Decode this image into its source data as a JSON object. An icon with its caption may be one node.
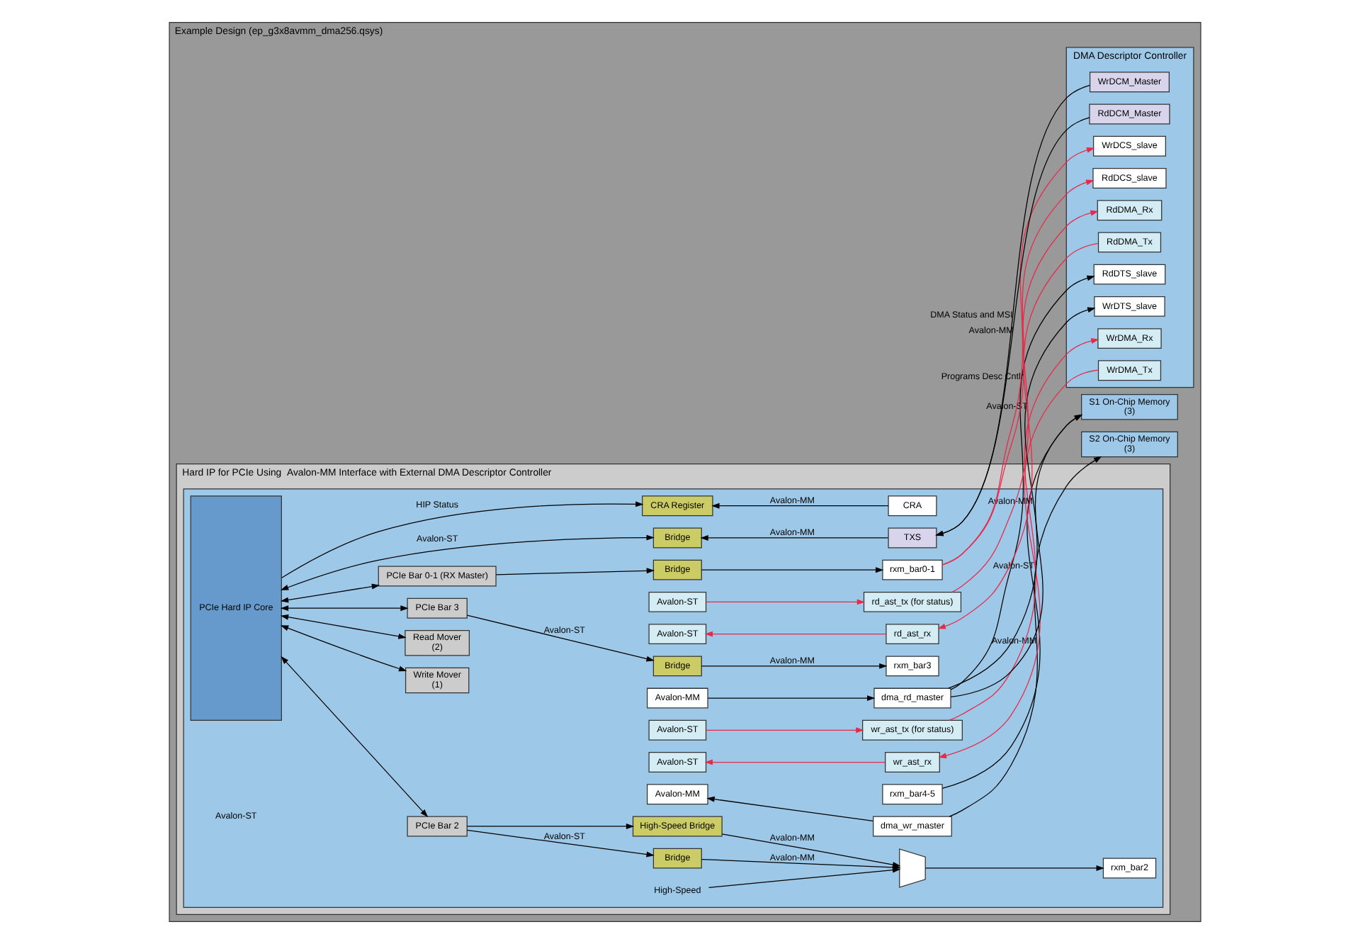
{
  "diagram": {
    "nodes": [
      {
        "text": [
          "Example Design (ep_g3x8avmm_dma256.qsys)"
        ]
      },
      {
        "text": [
          "Hard IP for PCIe Using  Avalon-MM Interface with External DMA Descriptor Controller"
        ],
        "in": 0
      },
      {
        "text": [],
        "shape": "box",
        "in": 1
      },
      {
        "text": [
          "PCIe Hard IP Core"
        ],
        "in": 2
      },
      {
        "text": [
          "PCIe Bar 3"
        ],
        "in": 2
      },
      {
        "text": [
          "Bridge"
        ],
        "in": 2
      },
      {
        "text": [
          "rxm_bar4-5"
        ],
        "in": 2
      },
      {
        "text": [
          "rxm_bar3"
        ],
        "in": 2
      },
      {
        "text": [
          "Write Mover",
          "(1)"
        ],
        "in": 2
      },
      {
        "text": [
          "Avalon-MM"
        ],
        "in": 2
      },
      {
        "text": [
          "Avalon-ST"
        ],
        "in": 2
      },
      {
        "text": [
          "Avalon-ST"
        ],
        "in": 2
      },
      {
        "text": [
          "dma_wr_master"
        ],
        "in": 2
      },
      {
        "text": [
          "wr_ast_rx"
        ],
        "in": 2
      },
      {
        "text": [
          "wr_ast_tx (for status)"
        ],
        "in": 2
      },
      {
        "text": [
          "Read Mover",
          "(2)"
        ],
        "in": 2
      },
      {
        "text": [
          "Avalon-MM"
        ],
        "in": 2
      },
      {
        "text": [
          "Avalon-ST"
        ],
        "in": 2
      },
      {
        "text": [
          "Avalon-ST"
        ],
        "in": 2
      },
      {
        "text": [
          "dma_rd_master"
        ],
        "in": 2
      },
      {
        "text": [
          "rd_ast_rx"
        ],
        "in": 2
      },
      {
        "text": [
          "rd_ast_tx (for status)"
        ],
        "in": 2
      },
      {
        "text": [
          "PCIe Bar 0-1 (RX Master)"
        ],
        "in": 2
      },
      {
        "text": [
          "Bridge"
        ],
        "in": 2
      },
      {
        "text": [
          "rxm_bar0-1"
        ],
        "in": 2
      },
      {
        "text": [
          "PCIe Bar 2"
        ],
        "in": 2
      },
      {
        "text": [
          "Bridge"
        ],
        "in": 2
      },
      {
        "text": [
          "High-Speed Bridge"
        ],
        "in": 2
      },
      {
        "text": [],
        "shape": "trapezoid",
        "in": 2
      },
      {
        "text": [
          "rxm_bar2"
        ],
        "in": 2
      },
      {
        "text": [
          "High-Speed"
        ],
        "in": 2
      },
      {
        "text": [
          "Bridge"
        ],
        "in": 2
      },
      {
        "text": [
          "TXS"
        ],
        "in": 2
      },
      {
        "text": [
          "CRA Register"
        ],
        "in": 2
      },
      {
        "text": [
          "CRA"
        ],
        "in": 2
      },
      {
        "text": [
          "S1 On-Chip Memory",
          "(3)"
        ],
        "in": 0
      },
      {
        "text": [
          "S2 On-Chip Memory",
          "(3)"
        ],
        "in": 0
      },
      {
        "text": [
          "DMA Descriptor Controller"
        ],
        "in": 0
      },
      {
        "text": [
          "WrDMA_Tx"
        ],
        "in": 37
      },
      {
        "text": [
          "WrDMA_Rx"
        ],
        "in": 37
      },
      {
        "text": [
          "WrDTS_slave"
        ],
        "in": 37
      },
      {
        "text": [
          "RdDTS_slave"
        ],
        "in": 37
      },
      {
        "text": [
          "RdDMA_Tx"
        ],
        "in": 37
      },
      {
        "text": [
          "RdDMA_Rx"
        ],
        "in": 37
      },
      {
        "text": [
          "RdDCS_slave"
        ],
        "in": 37
      },
      {
        "text": [
          "WrDCS_slave"
        ],
        "in": 37
      },
      {
        "text": [
          "RdDCM_Master"
        ],
        "in": 37
      },
      {
        "text": [
          "WrDCM_Master"
        ],
        "in": 37
      }
    ],
    "edges": [
      {
        "from": 3,
        "to": 4,
        "arrow": "both"
      },
      {
        "from": 3,
        "to": 8,
        "arrow": "both"
      },
      {
        "from": 3,
        "to": 15,
        "arrow": "both"
      },
      {
        "from": 3,
        "to": 22,
        "arrow": "both"
      },
      {
        "from": 3,
        "to": 25,
        "arrow": "both"
      },
      {
        "from": 3,
        "to": 31,
        "arrow": "both",
        "label": "Avalon-ST"
      },
      {
        "from": 4,
        "to": 5,
        "arrow": "to",
        "label": "Avalon-ST"
      },
      {
        "from": 5,
        "to": 7,
        "arrow": "to",
        "label": "Avalon-MM"
      },
      {
        "from": 6,
        "to": 35,
        "arrow": "to"
      },
      {
        "from": 12,
        "to": 9,
        "arrow": "to"
      },
      {
        "from": 12,
        "to": 36,
        "arrow": "to",
        "label": "Avalon-MM"
      },
      {
        "from": 13,
        "to": 10,
        "arrow": "to",
        "color": "#e8294a"
      },
      {
        "from": 11,
        "to": 14,
        "arrow": "to",
        "color": "#e8294a"
      },
      {
        "from": 38,
        "to": 13,
        "arrow": "to",
        "label": "Avalon-ST",
        "color": "#e8294a"
      },
      {
        "from": 14,
        "to": 39,
        "arrow": "to",
        "color": "#e8294a"
      },
      {
        "from": 16,
        "to": 19,
        "arrow": "to"
      },
      {
        "from": 19,
        "to": 35,
        "arrow": "to"
      },
      {
        "from": 19,
        "to": 40,
        "arrow": "to",
        "label": "Avalon-MM"
      },
      {
        "from": 19,
        "to": 41,
        "arrow": "to"
      },
      {
        "from": 20,
        "to": 17,
        "arrow": "to",
        "color": "#e8294a"
      },
      {
        "from": 42,
        "to": 20,
        "arrow": "to",
        "color": "#e8294a"
      },
      {
        "from": 18,
        "to": 21,
        "arrow": "to",
        "color": "#e8294a"
      },
      {
        "from": 21,
        "to": 43,
        "arrow": "to",
        "label": "Avalon-ST",
        "color": "#e8294a"
      },
      {
        "from": 22,
        "to": 23,
        "arrow": "to"
      },
      {
        "from": 23,
        "to": 24,
        "arrow": "to"
      },
      {
        "from": 24,
        "to": 44,
        "arrow": "to",
        "label": "Programs Desc Cntlr",
        "color": "#e8294a"
      },
      {
        "from": 24,
        "to": 45,
        "arrow": "to",
        "color": "#e8294a"
      },
      {
        "from": 25,
        "to": 26,
        "arrow": "to",
        "label": "Avalon-ST"
      },
      {
        "from": 25,
        "to": 27,
        "arrow": "to"
      },
      {
        "from": 26,
        "to": 28,
        "arrow": "to",
        "label": "Avalon-MM"
      },
      {
        "from": 27,
        "to": 28,
        "arrow": "to",
        "label": "Avalon-MM"
      },
      {
        "from": 28,
        "to": 29,
        "arrow": "to"
      },
      {
        "from": 30,
        "to": 28,
        "arrow": "to"
      },
      {
        "from": 32,
        "to": 31,
        "arrow": "to",
        "label": "Avalon-MM"
      },
      {
        "from": 34,
        "to": 33,
        "arrow": "to",
        "label": "Avalon-MM"
      },
      {
        "from": 3,
        "to": 33,
        "arrow": "to",
        "label": "HIP Status"
      },
      {
        "from": 46,
        "to": 32,
        "arrow": "to",
        "label": "Avalon-MM"
      },
      {
        "from": 47,
        "to": 32,
        "arrow": "to",
        "label": "DMA Status and MSI"
      }
    ],
    "labels": [
      "Avalon-ST"
    ]
  }
}
